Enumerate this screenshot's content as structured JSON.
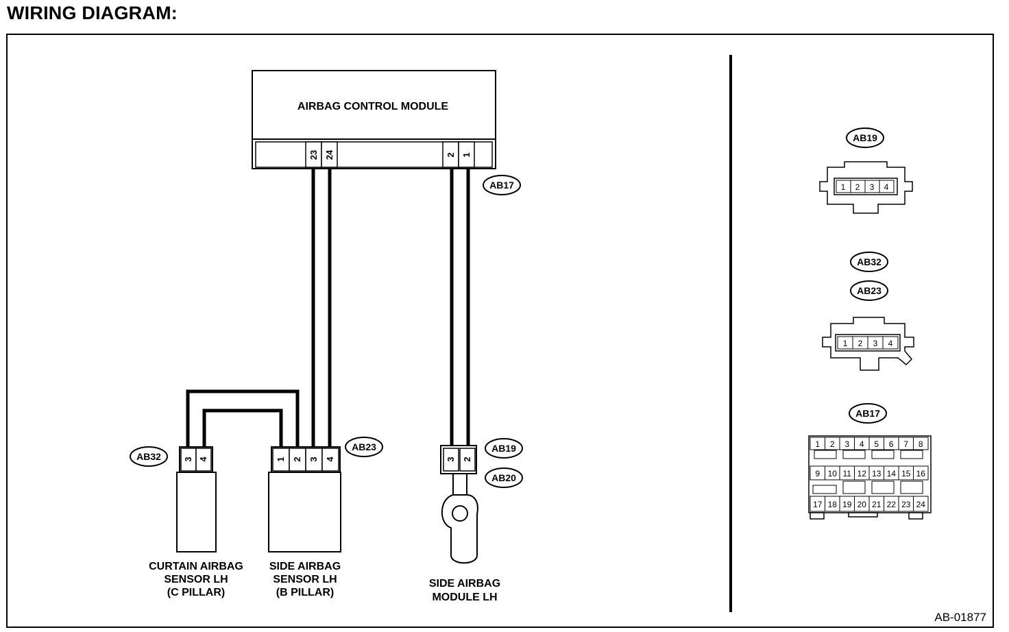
{
  "title": "WIRING DIAGRAM:",
  "figure_id": "AB-01877",
  "module": {
    "label": "AIRBAG CONTROL MODULE",
    "connector": "AB17",
    "pins": [
      "23",
      "24",
      "2",
      "1"
    ]
  },
  "components": [
    {
      "label_lines": [
        "CURTAIN AIRBAG",
        "SENSOR LH",
        "(C PILLAR)"
      ],
      "connector": "AB32",
      "pins": [
        "3",
        "4"
      ]
    },
    {
      "label_lines": [
        "SIDE AIRBAG",
        "SENSOR LH",
        "(B PILLAR)"
      ],
      "connector": "AB23",
      "pins": [
        "1",
        "2",
        "3",
        "4"
      ]
    },
    {
      "label_lines": [
        "SIDE AIRBAG",
        "MODULE LH"
      ],
      "connectors": [
        "AB19",
        "AB20"
      ],
      "pins": [
        "3",
        "2"
      ]
    }
  ],
  "connector_views": [
    {
      "tags": [
        "AB19"
      ],
      "pins": [
        "1",
        "2",
        "3",
        "4"
      ]
    },
    {
      "tags": [
        "AB32",
        "AB23"
      ],
      "pins": [
        "1",
        "2",
        "3",
        "4"
      ]
    },
    {
      "tags": [
        "AB17"
      ],
      "rows": [
        [
          "1",
          "2",
          "3",
          "4",
          "5",
          "6",
          "7",
          "8"
        ],
        [
          "9",
          "10",
          "11",
          "12",
          "13",
          "14",
          "15",
          "16"
        ],
        [
          "17",
          "18",
          "19",
          "20",
          "21",
          "22",
          "23",
          "24"
        ]
      ]
    }
  ]
}
